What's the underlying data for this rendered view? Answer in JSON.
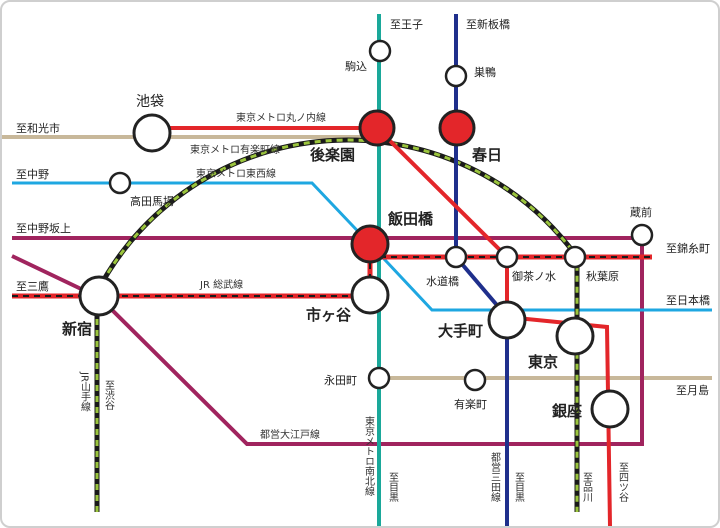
{
  "colors": {
    "yamanote": "#9bc53d",
    "marunouchi": "#e3262a",
    "chuo": "#e3262a",
    "tozai": "#1ea7e1",
    "yurakucho": "#c8b89a",
    "oedo": "#a0245e",
    "nanboku": "#1aa89a",
    "mita": "#1f2f8c",
    "station": "#ffffff"
  },
  "stations": {
    "oji": "至王子",
    "shin_itabashi": "至新板橋",
    "komagome": "駒込",
    "sugamo": "巣鴨",
    "ikebukuro": "池袋",
    "wakoshi": "至和光市",
    "korakuen": "後楽園",
    "kasuga": "春日",
    "nakano": "至中野",
    "takadanobaba": "高田馬場",
    "nakano_sakaue": "至中野坂上",
    "iidabashi": "飯田橋",
    "kuramae": "蔵前",
    "kinshicho": "至錦糸町",
    "suidobashi": "水道橋",
    "ochanomizu": "御茶ノ水",
    "akihabara": "秋葉原",
    "mitaka": "至三鷹",
    "ichigaya": "市ヶ谷",
    "nihonbashi": "至日本橋",
    "shinjuku": "新宿",
    "otemachi": "大手町",
    "tokyo": "東京",
    "nagatacho": "永田町",
    "yurakucho": "有楽町",
    "tsukishima": "至月島",
    "ginza": "銀座",
    "shibuya": "至渋谷",
    "meguro_nanboku": "至目黒",
    "meguro_mita": "至目黒",
    "shinagawa": "至品川",
    "yotsuya": "至四ツ谷"
  },
  "lines": {
    "marunouchi": "東京メトロ丸ノ内線",
    "yurakucho": "東京メトロ有楽町線",
    "tozai": "東京メトロ東西線",
    "sobu": "JR 総武線",
    "oedo": "都営大江戸線",
    "yamanote": "JR山手線",
    "nanboku": "東京メトロ南北線",
    "mita": "都営三田線"
  }
}
